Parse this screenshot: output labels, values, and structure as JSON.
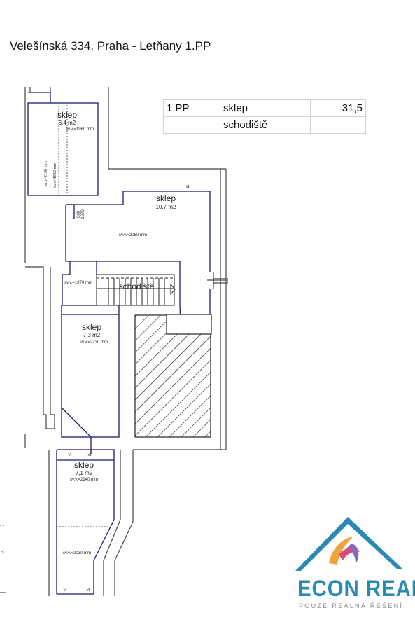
{
  "title": "Velešínská 334, Praha - Letňany 1.PP",
  "table": {
    "rows": [
      {
        "floor": "1.PP",
        "room": "sklep",
        "area": "31,5"
      },
      {
        "floor": "",
        "room": "schodiště",
        "area": ""
      }
    ]
  },
  "plan": {
    "room_a": {
      "name": "sklep",
      "area": "6,4 m2",
      "height": "sv.v.=1960 mm",
      "dim1": "sv.v=2190 mm",
      "dim2": "sv.v=1950 mm"
    },
    "room_b": {
      "name": "sklep",
      "area": "10,7 m2",
      "height": "sv.v.=2050 mm",
      "door1": "600",
      "door2": "1970",
      "vt": "vt"
    },
    "stairs": {
      "name": "schodiště",
      "height": "sv.v.=1970 mm"
    },
    "room_c": {
      "name": "sklep",
      "area": "7,3 m2",
      "height": "sv.v.=2230 mm"
    },
    "room_d": {
      "name": "sklep",
      "area": "7,1 m2",
      "height": "sv.v.=2140 mm",
      "height2": "sv.v.=2030 mm",
      "vt": "vt"
    },
    "margin_mark": "s"
  },
  "logo": {
    "name": "ECON REAL",
    "tagline": "POUZE REÁLNÁ ŘEŠENÍ",
    "colors": {
      "primary": "#2a8ab6",
      "orange": "#f2a23a",
      "pink": "#d9487c",
      "violet": "#8a68b8"
    }
  }
}
